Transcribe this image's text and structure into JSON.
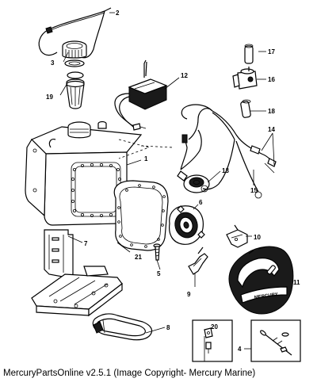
{
  "diagram": {
    "callouts": {
      "c1": "1",
      "c2": "2",
      "c3": "3",
      "c4": "4",
      "c5": "5",
      "c6": "6",
      "c7": "7",
      "c8": "8",
      "c9": "9",
      "c10": "10",
      "c11": "11",
      "c12": "12",
      "c13": "13",
      "c14": "14",
      "c15": "15",
      "c16": "16",
      "c17": "17",
      "c18": "18",
      "c19": "19",
      "c20": "20",
      "c21": "21"
    },
    "cover_brand_text": "MERCURY"
  },
  "footer": {
    "text": "MercuryPartsOnline v2.5.1 (Image Copyright- Mercury Marine)"
  }
}
